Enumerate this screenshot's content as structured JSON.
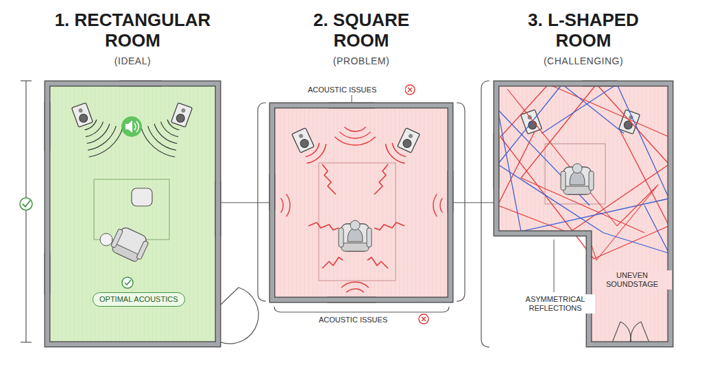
{
  "diagram": {
    "nodes": [
      {
        "text": [
          "1. RECTANGULAR ROOM",
          "(IDEAL)"
        ]
      },
      {
        "text": [
          "2. SQUARE ROOM",
          "(PROBLEM)"
        ]
      },
      {
        "text": [
          "3. L-SHAPED ROOM",
          "(CHALLENGING)"
        ]
      },
      {
        "text": [
          "OPTIMAL ACOUSTICS"
        ],
        "in": 0
      }
    ],
    "edges": [
      {
        "from": 0,
        "to": 1,
        "arrow": "none"
      },
      {
        "from": 1,
        "to": 2,
        "arrow": "none"
      }
    ],
    "labels": [
      "ACOUSTIC ISSUES",
      "ACOUSTIC ISSUES",
      "UNEVEN SOUNDSTAGE",
      "ASYMMETRICAL REFLECTIONS"
    ]
  }
}
